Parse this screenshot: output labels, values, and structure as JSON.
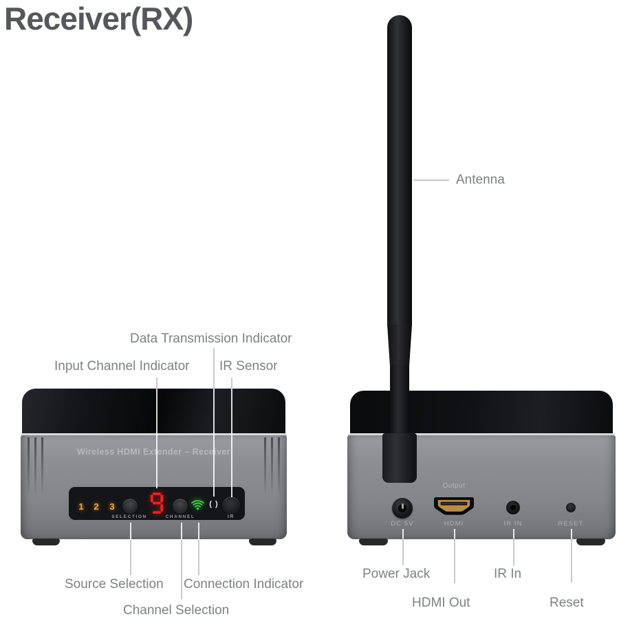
{
  "title": "Receiver(RX)",
  "colors": {
    "title_gray": "#56575a",
    "callout_label_gray": "#7e8082",
    "device_body_gray": "#87898d",
    "channel_digit_red": "#ff241c",
    "input_digit_amber": "#f2a63d",
    "wifi_green": "#38d13c",
    "callout_line_gray": "#c9c9c9"
  },
  "icons": {
    "connection_indicator": "wifi-icon",
    "data_transmission_indicator": "parentheses-icon"
  },
  "front_device": {
    "name_plate": "Wireless HDMI Extender – Receiver",
    "panel": {
      "input_digits": {
        "d1": "1",
        "d2": "2",
        "d3": "3"
      },
      "selection_label": "SELECTION",
      "channel_label": "CHANNEL",
      "channel_value": "9",
      "data_indicator_glyph": "( )",
      "ir_label": "IR"
    }
  },
  "back_device": {
    "ports": {
      "output_label": "Output",
      "power_label": "DC 5V",
      "hdmi_label": "HDMI",
      "ir_in_label": "IR IN",
      "reset_label": "RESET"
    }
  },
  "callouts": {
    "antenna": "Antenna",
    "data_transmission": "Data Transmission Indicator",
    "input_channel": "Input Channel Indicator",
    "ir_sensor": "IR Sensor",
    "source_selection": "Source Selection",
    "connection_indicator": "Connection Indicator",
    "channel_selection": "Channel Selection",
    "power_jack": "Power Jack",
    "hdmi_out": "HDMI Out",
    "ir_in": "IR In",
    "reset": "Reset"
  }
}
